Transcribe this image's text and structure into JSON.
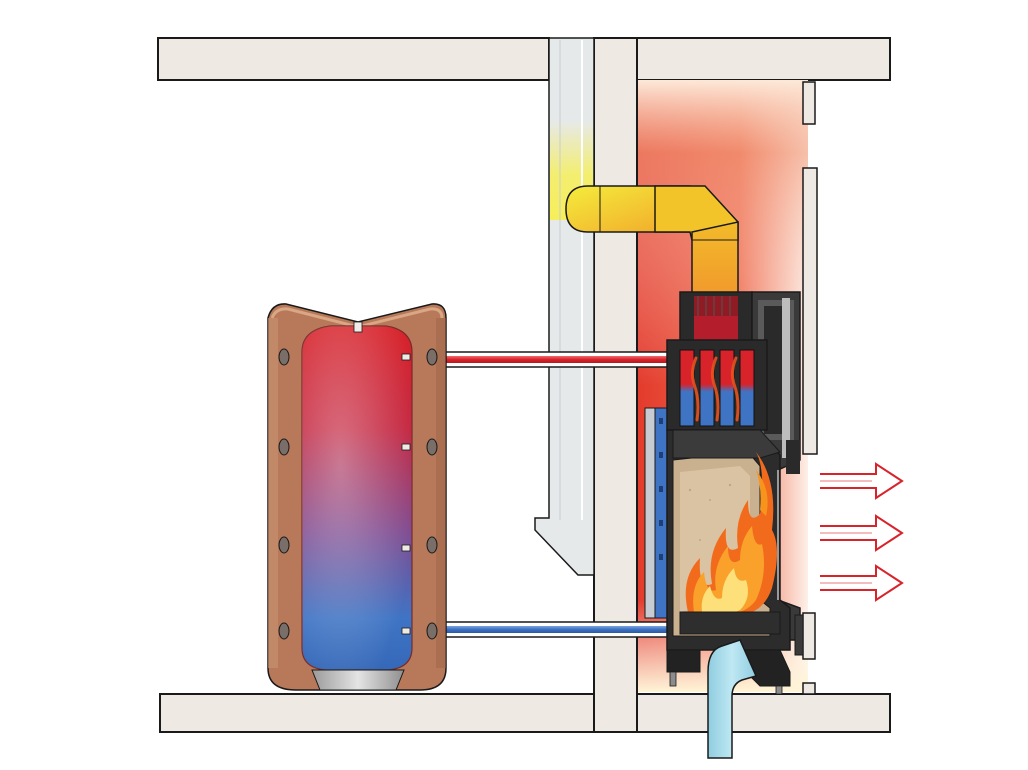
{
  "diagram": {
    "kind": "water-jacketed fireplace connected to buffer storage tank",
    "colors": {
      "background": "#ffffff",
      "wall_fill": "#efe9e4",
      "wall_stroke": "#1a1a1a",
      "hot": "#d8232a",
      "cold": "#3f74c4",
      "insulation": "#b7795a",
      "flame": "#f7941d",
      "flue_yellow": "#f4e33a",
      "inlet_water": "#a9dcea",
      "heat_arrow": "#d9232a"
    },
    "components": [
      {
        "id": "buffer-tank",
        "icon": "storage-tank-icon"
      },
      {
        "id": "fireplace",
        "icon": "fireplace-icon"
      },
      {
        "id": "chimney",
        "icon": "chimney-icon"
      },
      {
        "id": "supply-pipe",
        "icon": "hot-pipe-icon"
      },
      {
        "id": "return-pipe",
        "icon": "cold-pipe-icon"
      },
      {
        "id": "air-inlet",
        "icon": "air-inlet-icon"
      },
      {
        "id": "radiant-heat",
        "icon": "heat-arrow-icon"
      }
    ]
  }
}
